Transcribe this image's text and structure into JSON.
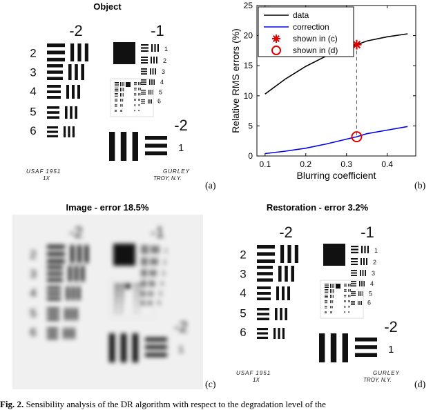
{
  "panels": {
    "a": {
      "title": "Object",
      "letter": "(a)"
    },
    "b": {
      "letter": "(b)"
    },
    "c": {
      "title": "Image - error 18.5%",
      "letter": "(c)"
    },
    "d": {
      "title": "Restoration - error 3.2%",
      "letter": "(d)"
    }
  },
  "target": {
    "group_labels": [
      "-2",
      "-1"
    ],
    "element_labels": [
      "2",
      "3",
      "4",
      "5",
      "6"
    ],
    "small_labels": [
      "1",
      "2",
      "3",
      "4",
      "5",
      "6"
    ],
    "footer_left": "USAF 1951\n1X",
    "footer_left_line1": "USAF 1951",
    "footer_left_line2": "1X",
    "footer_right_line1": "GURLEY",
    "footer_right_line2": "TROY, N.Y."
  },
  "chart_data": {
    "type": "line",
    "xlabel": "Blurring coefficient",
    "ylabel": "Relative RMS errors (%)",
    "xlim": [
      0.08,
      0.47
    ],
    "ylim": [
      0,
      25
    ],
    "xticks": [
      "0.1",
      "0.2",
      "0.3",
      "0.4"
    ],
    "yticks": [
      "0",
      "5",
      "10",
      "15",
      "20",
      "25"
    ],
    "legend_position": "top-left",
    "series": [
      {
        "name": "data",
        "color": "#000000",
        "x": [
          0.1,
          0.15,
          0.2,
          0.25,
          0.3,
          0.325,
          0.35,
          0.4,
          0.45
        ],
        "y": [
          10.3,
          12.8,
          14.9,
          16.6,
          17.9,
          18.5,
          19.1,
          19.8,
          20.3
        ]
      },
      {
        "name": "correction",
        "color": "#0000ee",
        "x": [
          0.1,
          0.15,
          0.2,
          0.25,
          0.3,
          0.325,
          0.35,
          0.4,
          0.45
        ],
        "y": [
          0.4,
          0.8,
          1.3,
          2.0,
          2.8,
          3.2,
          3.7,
          4.3,
          4.9
        ]
      }
    ],
    "markers": [
      {
        "name": "shown in (c)",
        "symbol": "asterisk",
        "color": "#e00000",
        "x": 0.325,
        "y": 18.5
      },
      {
        "name": "shown in (d)",
        "symbol": "circle",
        "color": "#e00000",
        "x": 0.325,
        "y": 3.2
      }
    ]
  },
  "caption": {
    "label": "Fig. 2.",
    "text": "Sensibility analysis of the DR algorithm with respect to the degradation level of the"
  }
}
